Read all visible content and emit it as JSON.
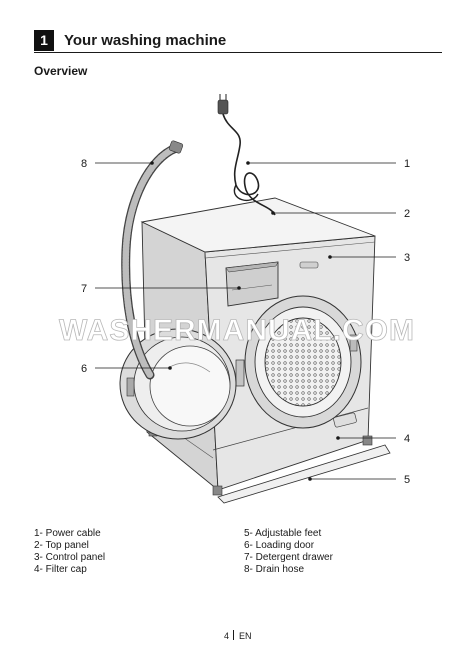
{
  "header": {
    "chapter_number": "1",
    "chapter_title": "Your washing machine"
  },
  "section_title": "Overview",
  "callouts": {
    "c1": "1",
    "c2": "2",
    "c3": "3",
    "c4": "4",
    "c5": "5",
    "c6": "6",
    "c7": "7",
    "c8": "8"
  },
  "legend_left": [
    "1- Power cable",
    "2- Top panel",
    "3- Control panel",
    "4- Filter cap"
  ],
  "legend_right": [
    "5- Adjustable feet",
    "6- Loading door",
    "7- Detergent drawer",
    "8- Drain hose"
  ],
  "watermark": "WASHERMANUAL.COM",
  "footer": {
    "page_number": "4",
    "language": "EN"
  }
}
